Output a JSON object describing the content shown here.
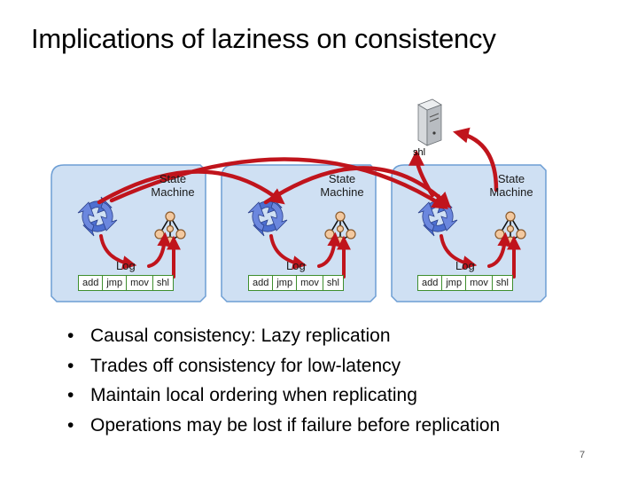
{
  "title": "Implications of laziness on consistency",
  "server": {
    "label": "shl",
    "icon": "server-icon"
  },
  "replicas": [
    {
      "state_machine_label": "State\nMachine",
      "log_label": "Log",
      "log_entries": [
        "add",
        "jmp",
        "mov",
        "shl"
      ]
    },
    {
      "state_machine_label": "State\nMachine",
      "log_label": "Log",
      "log_entries": [
        "add",
        "jmp",
        "mov",
        "shl"
      ]
    },
    {
      "state_machine_label": "State\nMachine",
      "log_label": "Log",
      "log_entries": [
        "add",
        "jmp",
        "mov",
        "shl"
      ]
    }
  ],
  "bullets": [
    "Causal consistency:  Lazy replication",
    "Trades off consistency for low-latency",
    "Maintain local ordering when replicating",
    "Operations may be lost if failure before replication"
  ],
  "page_number": "7",
  "colors": {
    "panel_fill": "#cfe0f3",
    "panel_border": "#6d9ed4",
    "arrow": "#c0141c",
    "consensus_icon": "#4d6fd0",
    "node_fill": "#f3c9a0",
    "log_border": "#3e8e2e"
  }
}
